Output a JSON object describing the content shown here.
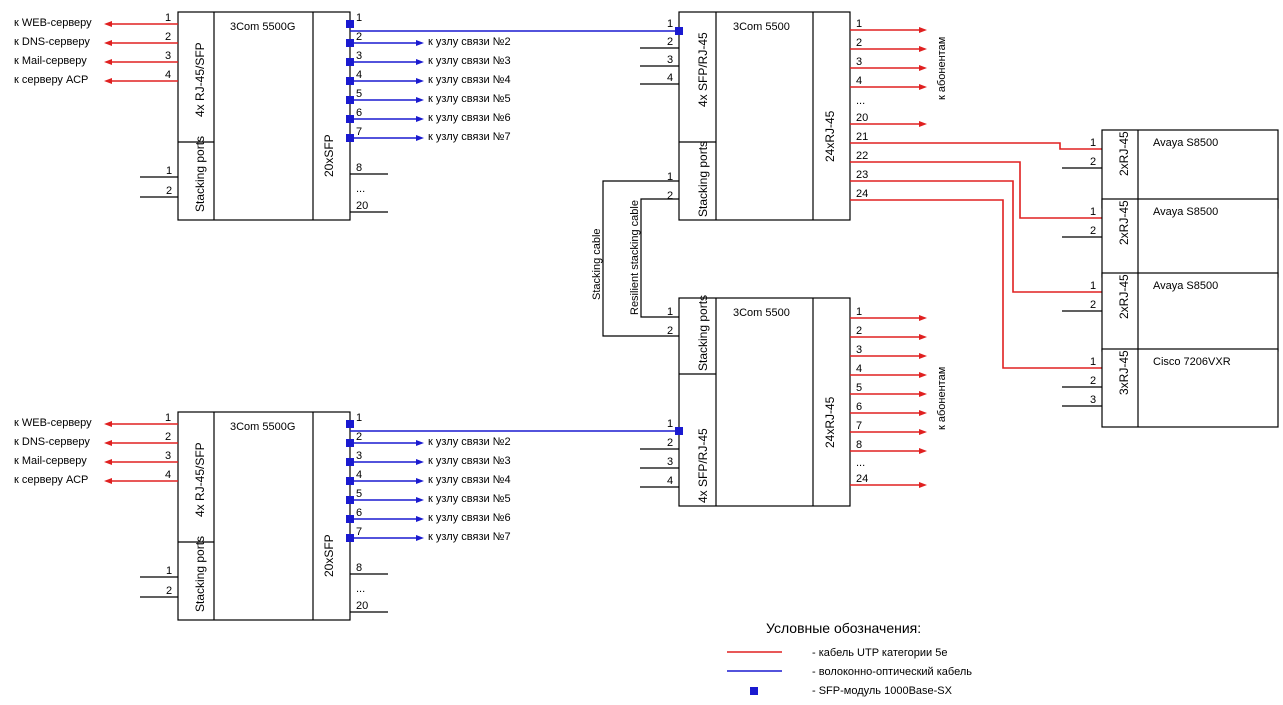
{
  "switches": {
    "top_left": {
      "title": "3Com 5500G",
      "left_label": "4x RJ-45/SFP",
      "stack_label": "Stacking ports",
      "right_label": "20xSFP"
    },
    "bottom_left": {
      "title": "3Com 5500G",
      "left_label": "4x RJ-45/SFP",
      "stack_label": "Stacking ports",
      "right_label": "20xSFP"
    },
    "top_right": {
      "title": "3Com 5500",
      "left_label": "4x SFP/RJ-45",
      "stack_label": "Stacking ports",
      "right_label": "24xRJ-45"
    },
    "bottom_right": {
      "title": "3Com 5500",
      "left_label": "4x SFP/RJ-45",
      "stack_label": "Stacking ports",
      "right_label": "24xRJ-45"
    }
  },
  "servers": [
    "к WEB-серверу",
    "к DNS-серверу",
    "к Mail-серверу",
    "к серверу АСР"
  ],
  "nodes": [
    "к узлу связи №2",
    "к узлу связи №3",
    "к узлу связи №4",
    "к узлу связи №5",
    "к узлу связи №6",
    "к узлу связи №7"
  ],
  "subscriber_label": "к абонентам",
  "stacking_cable": "Stacking cable",
  "resilient_cable": "Resilient stacking cable",
  "ellipsis": "...",
  "port_numbers": [
    "1",
    "2",
    "3",
    "4",
    "5",
    "6",
    "7",
    "8",
    "20",
    "21",
    "22",
    "23",
    "24"
  ],
  "devices": [
    {
      "name": "Avaya S8500",
      "ports": "2xRJ-45"
    },
    {
      "name": "Avaya S8500",
      "ports": "2xRJ-45"
    },
    {
      "name": "Avaya S8500",
      "ports": "2xRJ-45"
    },
    {
      "name": "Cisco 7206VXR",
      "ports": "3xRJ-45"
    }
  ],
  "legend": {
    "title": "Условные обозначения:",
    "items": [
      {
        "text": "- кабель UTP категории 5е",
        "color": "#e02020"
      },
      {
        "text": "- волоконно-оптический кабель",
        "color": "#1a1ad0"
      },
      {
        "text": "- SFP-модуль 1000Base-SX",
        "color": "#1a1ad0"
      }
    ]
  }
}
